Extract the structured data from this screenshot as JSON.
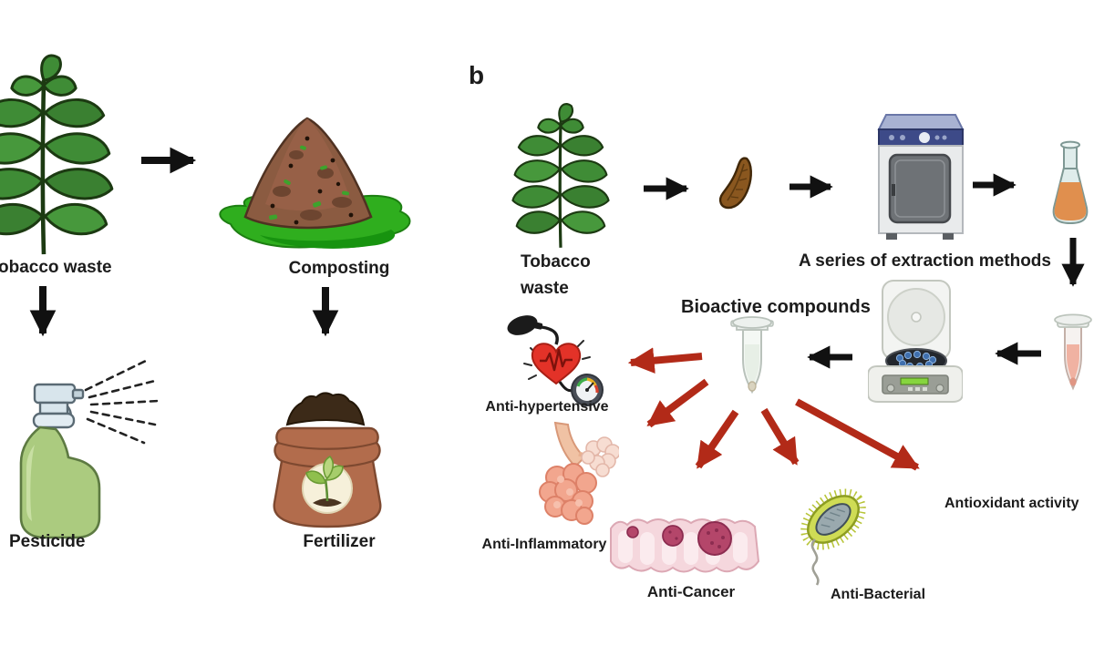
{
  "figure": {
    "panel_a": {
      "tobacco_label": "obacco waste",
      "composting_label": "Composting",
      "pesticide_label": "Pesticide",
      "fertilizer_label": "Fertilizer"
    },
    "panel_b": {
      "marker": "b",
      "tobacco_line1": "Tobacco",
      "tobacco_line2": "waste",
      "extraction_label": "A series of extraction methods",
      "bioactive_label": "Bioactive compounds",
      "effects": {
        "anti_hypertensive": "Anti-hypertensive",
        "anti_inflammatory": "Anti-Inflammatory",
        "anti_cancer": "Anti-Cancer",
        "anti_bacterial": "Anti-Bacterial",
        "antioxidant": "Antioxidant activity"
      }
    },
    "icons": {
      "tobacco_plant": "green tobacco plant",
      "compost_pile": "compost pile on grass",
      "spray_bottle": "pesticide spray bottle",
      "fertilizer_sack": "fertilizer sack with seedling emblem",
      "dried_leaf": "dried tobacco leaf",
      "extraction_oven": "extraction apparatus",
      "flask": "erlenmeyer flask with orange extract",
      "centrifuge": "benchtop centrifuge with open lid",
      "microtube_extract": "microcentrifuge tube with extract",
      "microtube_bioactive": "microcentrifuge tube with bioactive compounds",
      "bp_monitor": "heart with blood-pressure cuff and gauge",
      "alveoli": "lung alveoli clusters",
      "intestine": "intestinal tissue with tumors",
      "bacterium": "bacterium with pili and flagellum"
    },
    "colors": {
      "background": "#ffffff",
      "arrow_black": "#111111",
      "arrow_red": "#b22a18",
      "text": "#1c1c1c"
    }
  }
}
